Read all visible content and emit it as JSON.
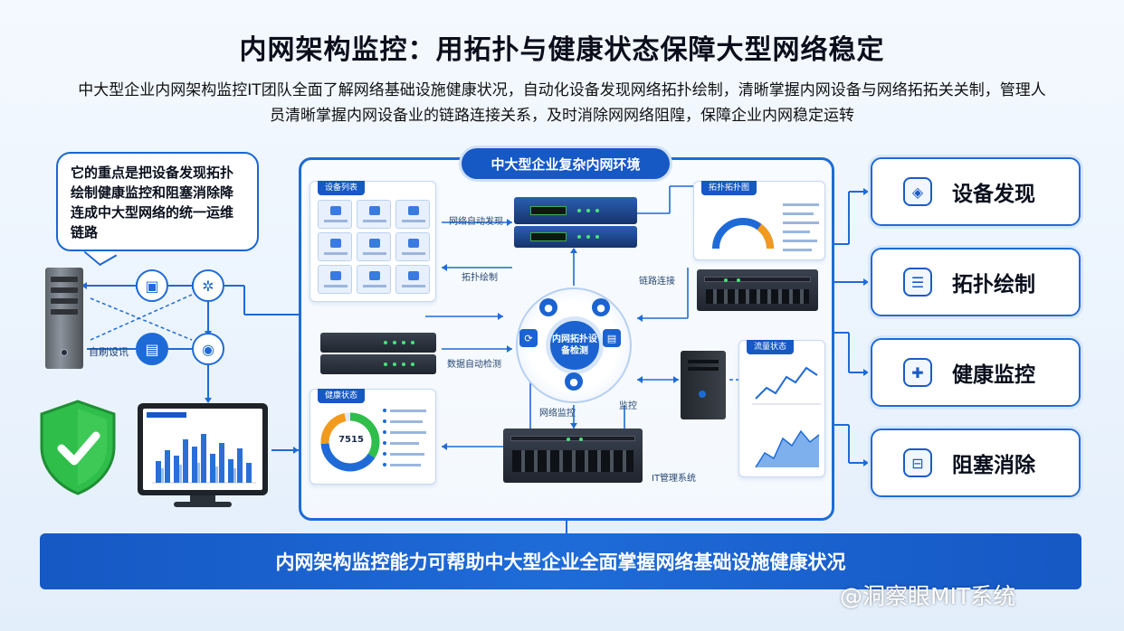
{
  "title": "内网架构监控：用拓扑与健康状态保障大型网络稳定",
  "subtitle": "中大型企业内网架构监控IT团队全面了解网络基础设施健康状况，自动化设备发现网络拓扑绘制，清晰掌握内网设备与网络拓拓关关制，管理人员清晰掌握内网设备业的链路连接关系，及时消除网网络阻隍，保障企业内网稳定运转",
  "bubble_text": "它的重点是把设备发现拓扑绘制健康监控和阻塞消除降连成中大型网络的统一运维链路",
  "left_label": "自刷设讯",
  "panel_title": "中大型企业复杂内网环境",
  "cards": {
    "device_list": "设备列表",
    "topology": "拓扑拓扑图",
    "health": "健康状态",
    "traffic": "流量状态"
  },
  "health_value": "7515",
  "hub_label": "内网拓扑设备检测",
  "flow_labels": {
    "f1": "网络自动发现",
    "f2": "拓扑绘制",
    "f3": "链路连接",
    "f4": "数据自动检测",
    "f5": "网络监控",
    "f6": "监控",
    "f7": "IT管理系统"
  },
  "features": [
    {
      "label": "设备发现",
      "icon": "layers-icon"
    },
    {
      "label": "拓扑绘制",
      "icon": "document-icon"
    },
    {
      "label": "健康监控",
      "icon": "shield-health-icon"
    },
    {
      "label": "阻塞消除",
      "icon": "unblock-icon"
    }
  ],
  "banner": "内网架构监控能力可帮助中大型企业全面掌握网络基础设施健康状况",
  "watermark": "@洞察眼MIT系统",
  "colors": {
    "primary": "#1e6bd8",
    "dark_blue": "#1658c4",
    "green": "#2fbe4a"
  }
}
